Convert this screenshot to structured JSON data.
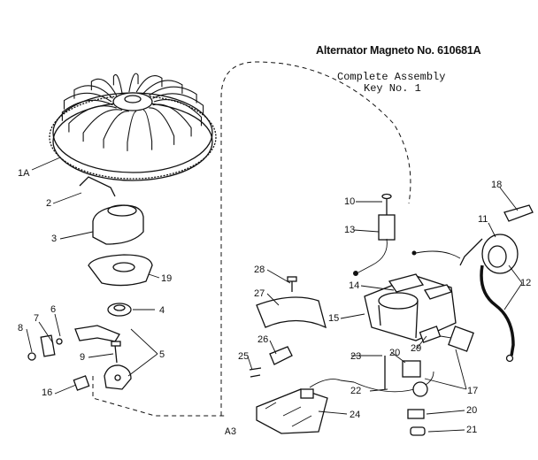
{
  "header": {
    "title": "Alternator Magneto No. 610681A",
    "line1": "Complete Assembly",
    "line2": "Key No. 1"
  },
  "code": "A3",
  "callouts": [
    "1A",
    "2",
    "3",
    "19",
    "4",
    "5",
    "6",
    "7",
    "8",
    "9",
    "16",
    "10",
    "13",
    "18",
    "11",
    "12",
    "14",
    "15",
    "28",
    "27",
    "26",
    "25",
    "24",
    "23",
    "20",
    "29",
    "22",
    "17",
    "20",
    "21"
  ],
  "colors": {
    "ink": "#111111",
    "paper": "#ffffff"
  }
}
